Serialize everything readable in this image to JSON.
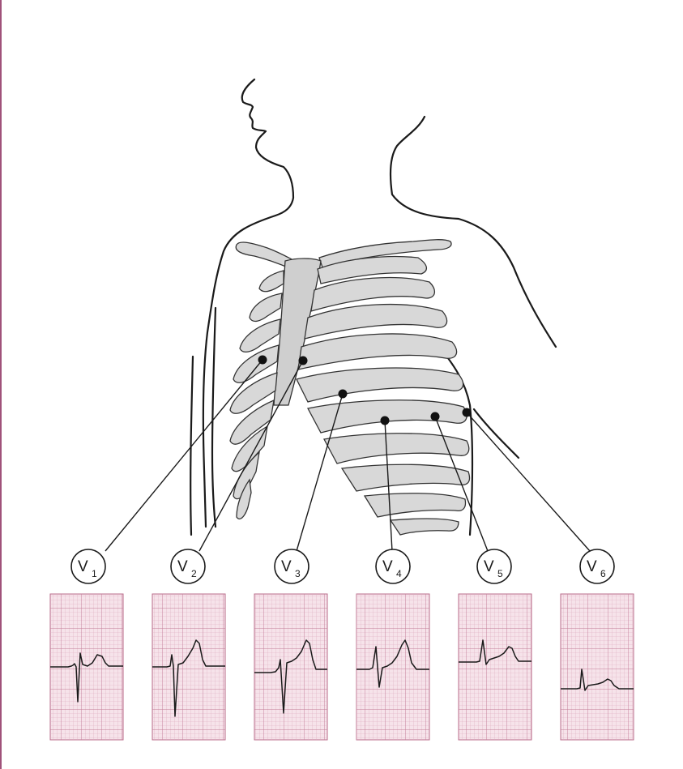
{
  "leads": [
    {
      "letter": "V",
      "sub": "1"
    },
    {
      "letter": "V",
      "sub": "2"
    },
    {
      "letter": "V",
      "sub": "3"
    },
    {
      "letter": "V",
      "sub": "4"
    },
    {
      "letter": "V",
      "sub": "5"
    },
    {
      "letter": "V",
      "sub": "6"
    }
  ],
  "colors": {
    "grid_line": "#d9a3b8",
    "grid_major": "#c27b97",
    "border": "#a0527a"
  }
}
